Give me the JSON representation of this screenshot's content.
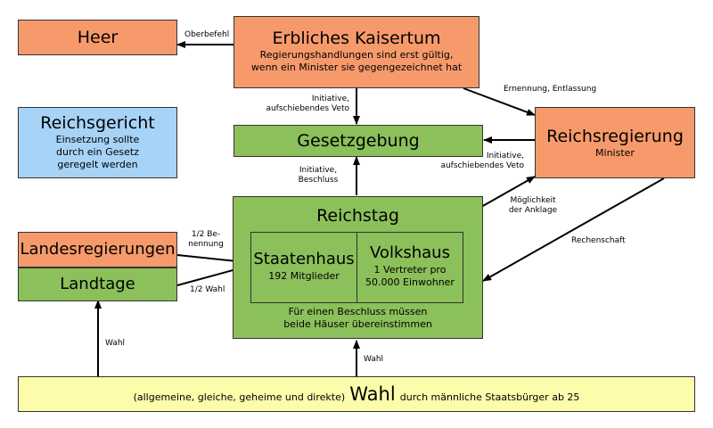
{
  "boxes": {
    "heer": {
      "title": "Heer"
    },
    "kaisertum": {
      "title": "Erbliches Kaisertum",
      "line1": "Regierungshandlungen sind erst gültig,",
      "line2": "wenn ein Minister sie gegengezeichnet hat"
    },
    "reichsgericht": {
      "title": "Reichsgericht",
      "line1": "Einsetzung sollte",
      "line2": "durch ein Gesetz",
      "line3": "geregelt werden"
    },
    "gesetzgebung": {
      "title": "Gesetzgebung"
    },
    "reichsregierung": {
      "title": "Reichsregierung",
      "line1": "Minister"
    },
    "reichstag": {
      "title": "Reichstag",
      "note1": "Für einen Beschluss müssen",
      "note2": "beide Häuser übereinstimmen"
    },
    "staatenhaus": {
      "title": "Staatenhaus",
      "line1": "192 Mitglieder"
    },
    "volkshaus": {
      "title": "Volkshaus",
      "line1": "1 Vertreter pro",
      "line2": "50.000 Einwohner"
    },
    "landesregierungen": {
      "title": "Landesregierungen"
    },
    "landtage": {
      "title": "Landtage"
    },
    "wahl": {
      "prefix": "(allgemeine, gleiche, geheime und direkte)",
      "big": "Wahl",
      "suffix": "durch männliche Staatsbürger ab 25"
    }
  },
  "labels": {
    "oberbefehl": "Oberbefehl",
    "ernennung": "Ernennung, Entlassung",
    "initiative_veto_kaiser_1": "Initiative,",
    "initiative_veto_kaiser_2": "aufschiebendes Veto",
    "initiative_veto_regierung_1": "Initiative,",
    "initiative_veto_regierung_2": "aufschiebendes Veto",
    "initiative_beschluss_1": "Initiative,",
    "initiative_beschluss_2": "Beschluss",
    "anklage_1": "Möglichkeit",
    "anklage_2": "der Anklage",
    "rechenschaft": "Rechenschaft",
    "benennung_1": "1/2 Be-",
    "benennung_2": "nennung",
    "halb_wahl": "1/2 Wahl",
    "wahl_landtage": "Wahl",
    "wahl_reichstag": "Wahl"
  },
  "colors": {
    "orange": "#f79a6b",
    "green": "#8bc05a",
    "blue": "#a7d3f7",
    "yellow": "#fdfcab"
  }
}
